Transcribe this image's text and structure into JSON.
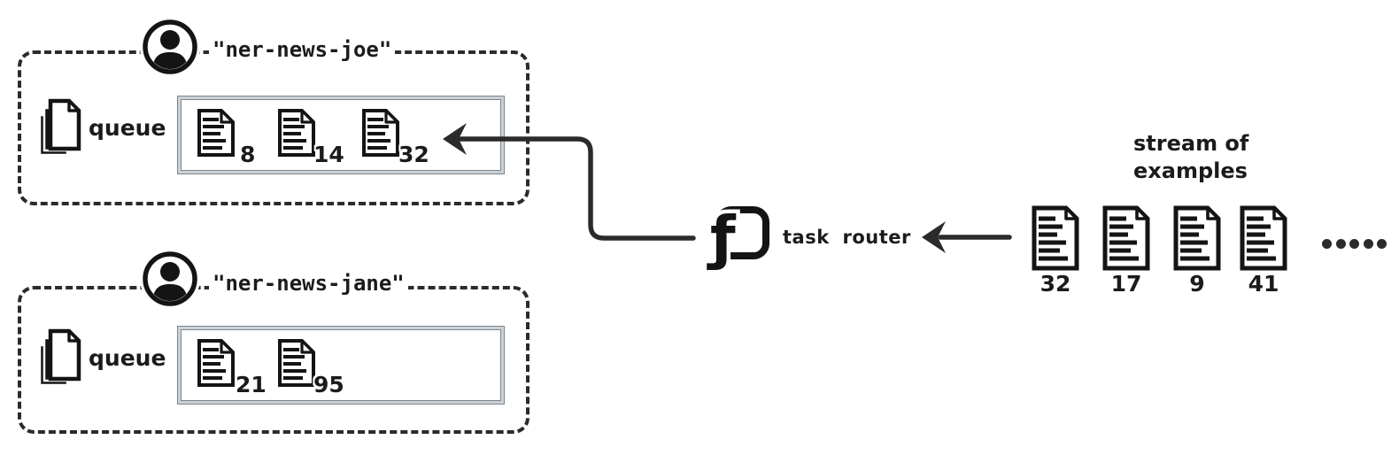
{
  "diagram": {
    "queues": [
      {
        "user_label": "\"ner-news-joe\"",
        "queue_label": "queue",
        "items": [
          {
            "count": "8"
          },
          {
            "count": "14"
          },
          {
            "count": "32"
          }
        ]
      },
      {
        "user_label": "\"ner-news-jane\"",
        "queue_label": "queue",
        "items": [
          {
            "count": "21"
          },
          {
            "count": "95"
          }
        ]
      }
    ],
    "router": {
      "label": "task router",
      "logo_glyph": "ƒ"
    },
    "stream": {
      "title_line1": "stream of",
      "title_line2": "examples",
      "items": [
        {
          "count": "32"
        },
        {
          "count": "17"
        },
        {
          "count": "9"
        },
        {
          "count": "41"
        }
      ],
      "ellipsis_dot_count": 5
    },
    "colors": {
      "ink": "#161616",
      "line": "#2b2b2b",
      "frame_fill": "#ccd1d6",
      "frame_edge": "#7d868e",
      "background": "#ffffff"
    }
  }
}
